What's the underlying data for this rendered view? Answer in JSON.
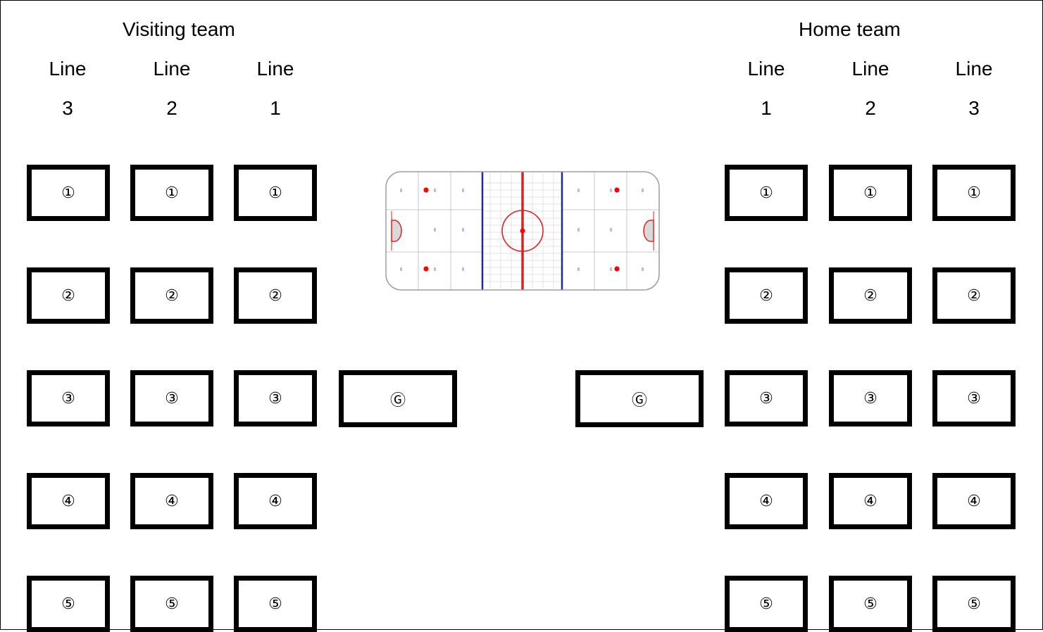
{
  "visiting": {
    "title": "Visiting team",
    "lines": [
      {
        "word": "Line",
        "num": "3"
      },
      {
        "word": "Line",
        "num": "2"
      },
      {
        "word": "Line",
        "num": "1"
      }
    ],
    "slots": [
      "①",
      "②",
      "③",
      "④",
      "⑤"
    ],
    "goalie": "Ⓖ"
  },
  "home": {
    "title": "Home team",
    "lines": [
      {
        "word": "Line",
        "num": "1"
      },
      {
        "word": "Line",
        "num": "2"
      },
      {
        "word": "Line",
        "num": "3"
      }
    ],
    "slots": [
      "①",
      "②",
      "③",
      "④",
      "⑤"
    ],
    "goalie": "Ⓖ"
  },
  "rink": {
    "colors": {
      "boards": "#b0b0b0",
      "zone_grid": "#c8c8c8",
      "blue_line": "#1e2a9c",
      "red_line": "#e02020",
      "faceoff_dot": "#ff0000",
      "crease": "#d9d9d9"
    }
  }
}
